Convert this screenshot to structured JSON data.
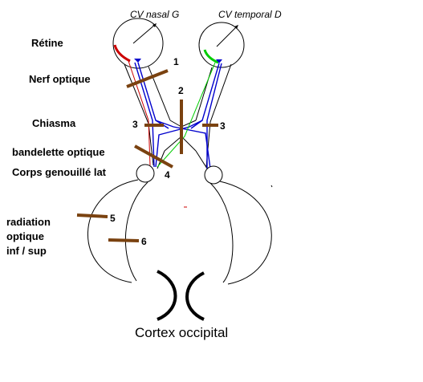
{
  "title": "",
  "eye_labels": {
    "left": "CV nasal G",
    "right": "CV temporal D"
  },
  "structure_labels": {
    "retine": "Rétine",
    "nerf": "Nerf optique",
    "chiasma": "Chiasma",
    "bandelette": "bandelette   optique",
    "corps": "Corps genouillé lat",
    "radiation": [
      "radiation",
      "optique",
      "inf / sup"
    ],
    "cortex": "Cortex occipital"
  },
  "lesion_numbers": {
    "n1": "1",
    "n2": "2",
    "n3a": "3",
    "n3b": "3",
    "n4": "4",
    "n5": "5",
    "n6": "6"
  },
  "colors": {
    "outline": "#000000",
    "pathway_blue": "#0000cc",
    "pathway_red": "#cc0000",
    "pathway_green": "#00cc00",
    "lesion_brown": "#7a4210",
    "background": "#ffffff"
  }
}
